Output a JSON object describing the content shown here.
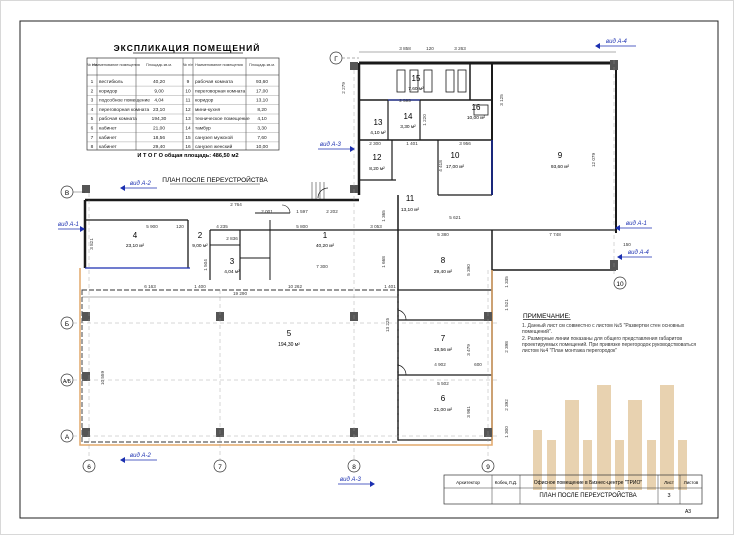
{
  "explication": {
    "title": "ЭКСПЛИКАЦИЯ ПОМЕЩЕНИЙ",
    "headers": [
      "№ п/п",
      "Наименование помещения",
      "Площадь кв.м.",
      "№ п/п",
      "Наименование помещения",
      "Площадь кв.м."
    ],
    "rows": [
      [
        "1",
        "вестибюль",
        "40,20",
        "9",
        "рабочая комната",
        "93,60"
      ],
      [
        "2",
        "коридор",
        "9,00",
        "10",
        "переговорная комната",
        "17,00"
      ],
      [
        "3",
        "подсобное помещение",
        "4,04",
        "11",
        "коридор",
        "13,10"
      ],
      [
        "4",
        "переговорная комната",
        "23,10",
        "12",
        "мини-кухня",
        "8,20"
      ],
      [
        "5",
        "рабочая комната",
        "194,30",
        "13",
        "техническое помещение",
        "4,10"
      ],
      [
        "6",
        "кабинет",
        "21,00",
        "14",
        "тамбур",
        "3,30"
      ],
      [
        "7",
        "кабинет",
        "18,56",
        "15",
        "санузел мужской",
        "7,60"
      ],
      [
        "8",
        "кабинет",
        "29,40",
        "16",
        "санузел женский",
        "10,00"
      ]
    ],
    "total": "И Т О Г О  общая площадь:  486,50 м2"
  },
  "plan_title": "ПЛАН  ПОСЛЕ  ПЕРЕУСТРОЙСТВА",
  "views": {
    "a1_left": "вид А-1",
    "a1_right": "вид А-1",
    "a2_top": "вид А-2",
    "a2_bottom": "вид А-2",
    "a3_mid": "вид А-3",
    "a3_bottom": "вид А-3",
    "a4_top": "вид А-4",
    "a4_right": "вид А-4"
  },
  "axes": {
    "g": "Г",
    "v": "В",
    "b": "Б",
    "ab": "А/Б",
    "a": "А",
    "c6": "6",
    "c7": "7",
    "c8": "8",
    "c9": "9",
    "c10": "10"
  },
  "rooms": [
    {
      "num": "1",
      "area": "40,20 м²"
    },
    {
      "num": "2",
      "area": "9,00 м²"
    },
    {
      "num": "3",
      "area": "4,04 м²"
    },
    {
      "num": "4",
      "area": "23,10 м²"
    },
    {
      "num": "5",
      "area": "194,30 м²"
    },
    {
      "num": "6",
      "area": "21,00 м²"
    },
    {
      "num": "7",
      "area": "18,56 м²"
    },
    {
      "num": "8",
      "area": "29,40 м²"
    },
    {
      "num": "9",
      "area": "93,60 м²"
    },
    {
      "num": "10",
      "area": "17,00 м²"
    },
    {
      "num": "11",
      "area": "13,10 м²"
    },
    {
      "num": "12",
      "area": "8,20 м²"
    },
    {
      "num": "13",
      "area": "4,10 м²"
    },
    {
      "num": "14",
      "area": "3,30 м²"
    },
    {
      "num": "15",
      "area": "7,60 м²"
    },
    {
      "num": "16",
      "area": "10,00 м²"
    }
  ],
  "dims": {
    "top1": "3 858",
    "top2": "120",
    "top3": "3 263",
    "t2279": "2 279",
    "t3125": "3 125",
    "d2595": "2 595",
    "d1220": "1 220",
    "d2300": "2 300",
    "d1401": "1 401",
    "d3956": "3 956",
    "d120a": "120",
    "d4418": "4 418",
    "d12079": "12 079",
    "d2764": "2 764",
    "d2001": "2 001",
    "d1597": "1 597",
    "d2202": "2 202",
    "d5621": "5 621",
    "d1365": "1 365",
    "d5900": "5 900",
    "d4235": "4 235",
    "d5800": "5 800",
    "d3053": "3 053",
    "d5380": "5 380",
    "d7748": "7 748",
    "d2836": "2 836",
    "d3821": "3 821",
    "d1504": "1 504",
    "d7300": "7 300",
    "d1668": "1 668",
    "d5390": "5 390",
    "d6163": "6 163",
    "d1400": "1 400",
    "d10262": "10 262",
    "d1401b": "1 401",
    "d19290": "19 290",
    "d13225": "13 225",
    "d10559": "10 559",
    "d4902": "4 902",
    "d3479": "3 479",
    "d5502": "5 502",
    "d3981": "3 981",
    "d600": "600",
    "d1335": "1 335",
    "d1521": "1 521",
    "d2398": "2 398",
    "d2392": "2 392",
    "d1300": "1 300",
    "d1150": "150",
    "d120": "120"
  },
  "notes": {
    "title": "ПРИМЕЧАНИЕ:",
    "item1": "1. Данный лист см совместно с листом  №5  \"Развертки стен основных помещений\".",
    "item2": "2. Размерные линии показаны для  общего представления габаритов проектируемых помещений. При привязке перегородок руководствоваться  листом №4 \"План  монтажа  перегородок\""
  },
  "stamp": {
    "role": "Архитектор",
    "name": "Кобец Л.Д.",
    "project": "Офисное помещение в Бизнес-центре \"ТРИО\"",
    "sheet_title": "ПЛАН  ПОСЛЕ  ПЕРЕУСТРОЙСТВА",
    "col_sheet": "Лист",
    "col_sheets": "Листов",
    "sheet_no": "3",
    "format": "А3"
  },
  "colors": {
    "wall": "#1a1a1a",
    "accent": "#1b2fb0",
    "stamp_bars": "#e8d2b0",
    "column": "#555555"
  }
}
